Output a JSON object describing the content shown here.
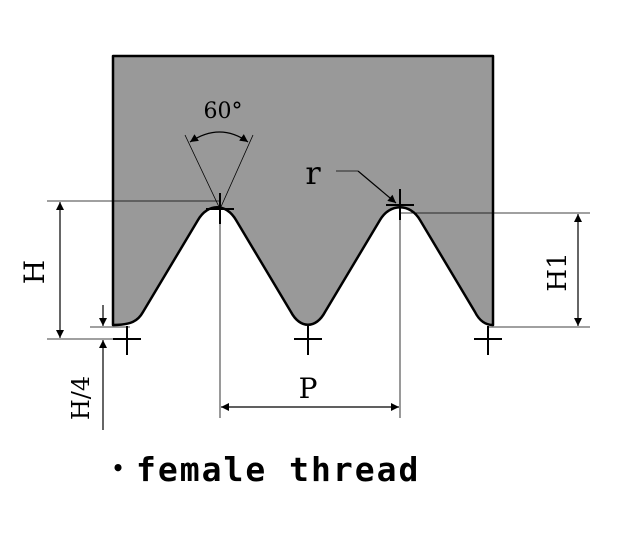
{
  "diagram": {
    "angle_label": "60°",
    "radius_label": "r",
    "height_label": "H",
    "height1_label": "H1",
    "quarter_height_label": "H/4",
    "pitch_label": "P"
  },
  "caption": {
    "bullet": "•",
    "text": "female thread"
  },
  "colors": {
    "body_fill": "#999999",
    "line": "#000000",
    "background": "#ffffff"
  }
}
